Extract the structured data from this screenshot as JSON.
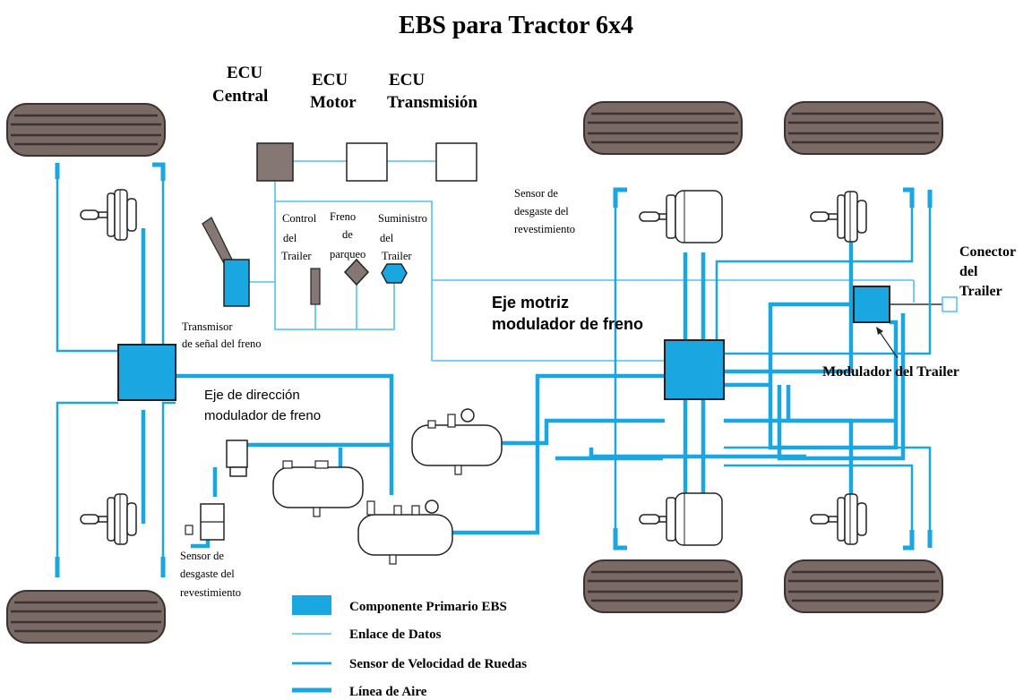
{
  "title": "EBS para Tractor 6x4",
  "colors": {
    "primary": "#1aa6e0",
    "tire": "#7a6a66",
    "tire_dark": "#3d3230",
    "ecu_central": "#857774",
    "trailer_valve": "#8a7a76"
  },
  "ecus": {
    "central": [
      "ECU",
      "Central"
    ],
    "motor": [
      "ECU",
      "Motor"
    ],
    "transmision": [
      "ECU",
      "Transmisión"
    ]
  },
  "labels": {
    "control_trailer": [
      "Control",
      "del",
      "Trailer"
    ],
    "freno_parqueo": [
      "Freno",
      "de",
      "parqueo"
    ],
    "suministro_trailer": [
      "Suministro",
      "del",
      "Trailer"
    ],
    "transmisor": [
      "Transmisor",
      "de señal del freno"
    ],
    "sensor_desgaste_top": [
      "Sensor de",
      "desgaste del",
      "revestimiento"
    ],
    "sensor_desgaste_bottom": [
      "Sensor de",
      "desgaste del",
      "revestimiento"
    ],
    "eje_direccion": [
      "Eje de dirección",
      "modulador de freno"
    ],
    "eje_motriz": [
      "Eje motriz",
      "modulador de freno"
    ],
    "conector_trailer": [
      "Conector",
      "del",
      "Trailer"
    ],
    "modulador_trailer": "Modulador del Trailer"
  },
  "legend": [
    {
      "type": "box",
      "label": "Componente Primario EBS"
    },
    {
      "type": "thin",
      "label": "Enlace de Datos"
    },
    {
      "type": "medium",
      "label": "Sensor de Velocidad de Ruedas"
    },
    {
      "type": "thick",
      "label": "Línea de Aire"
    }
  ]
}
